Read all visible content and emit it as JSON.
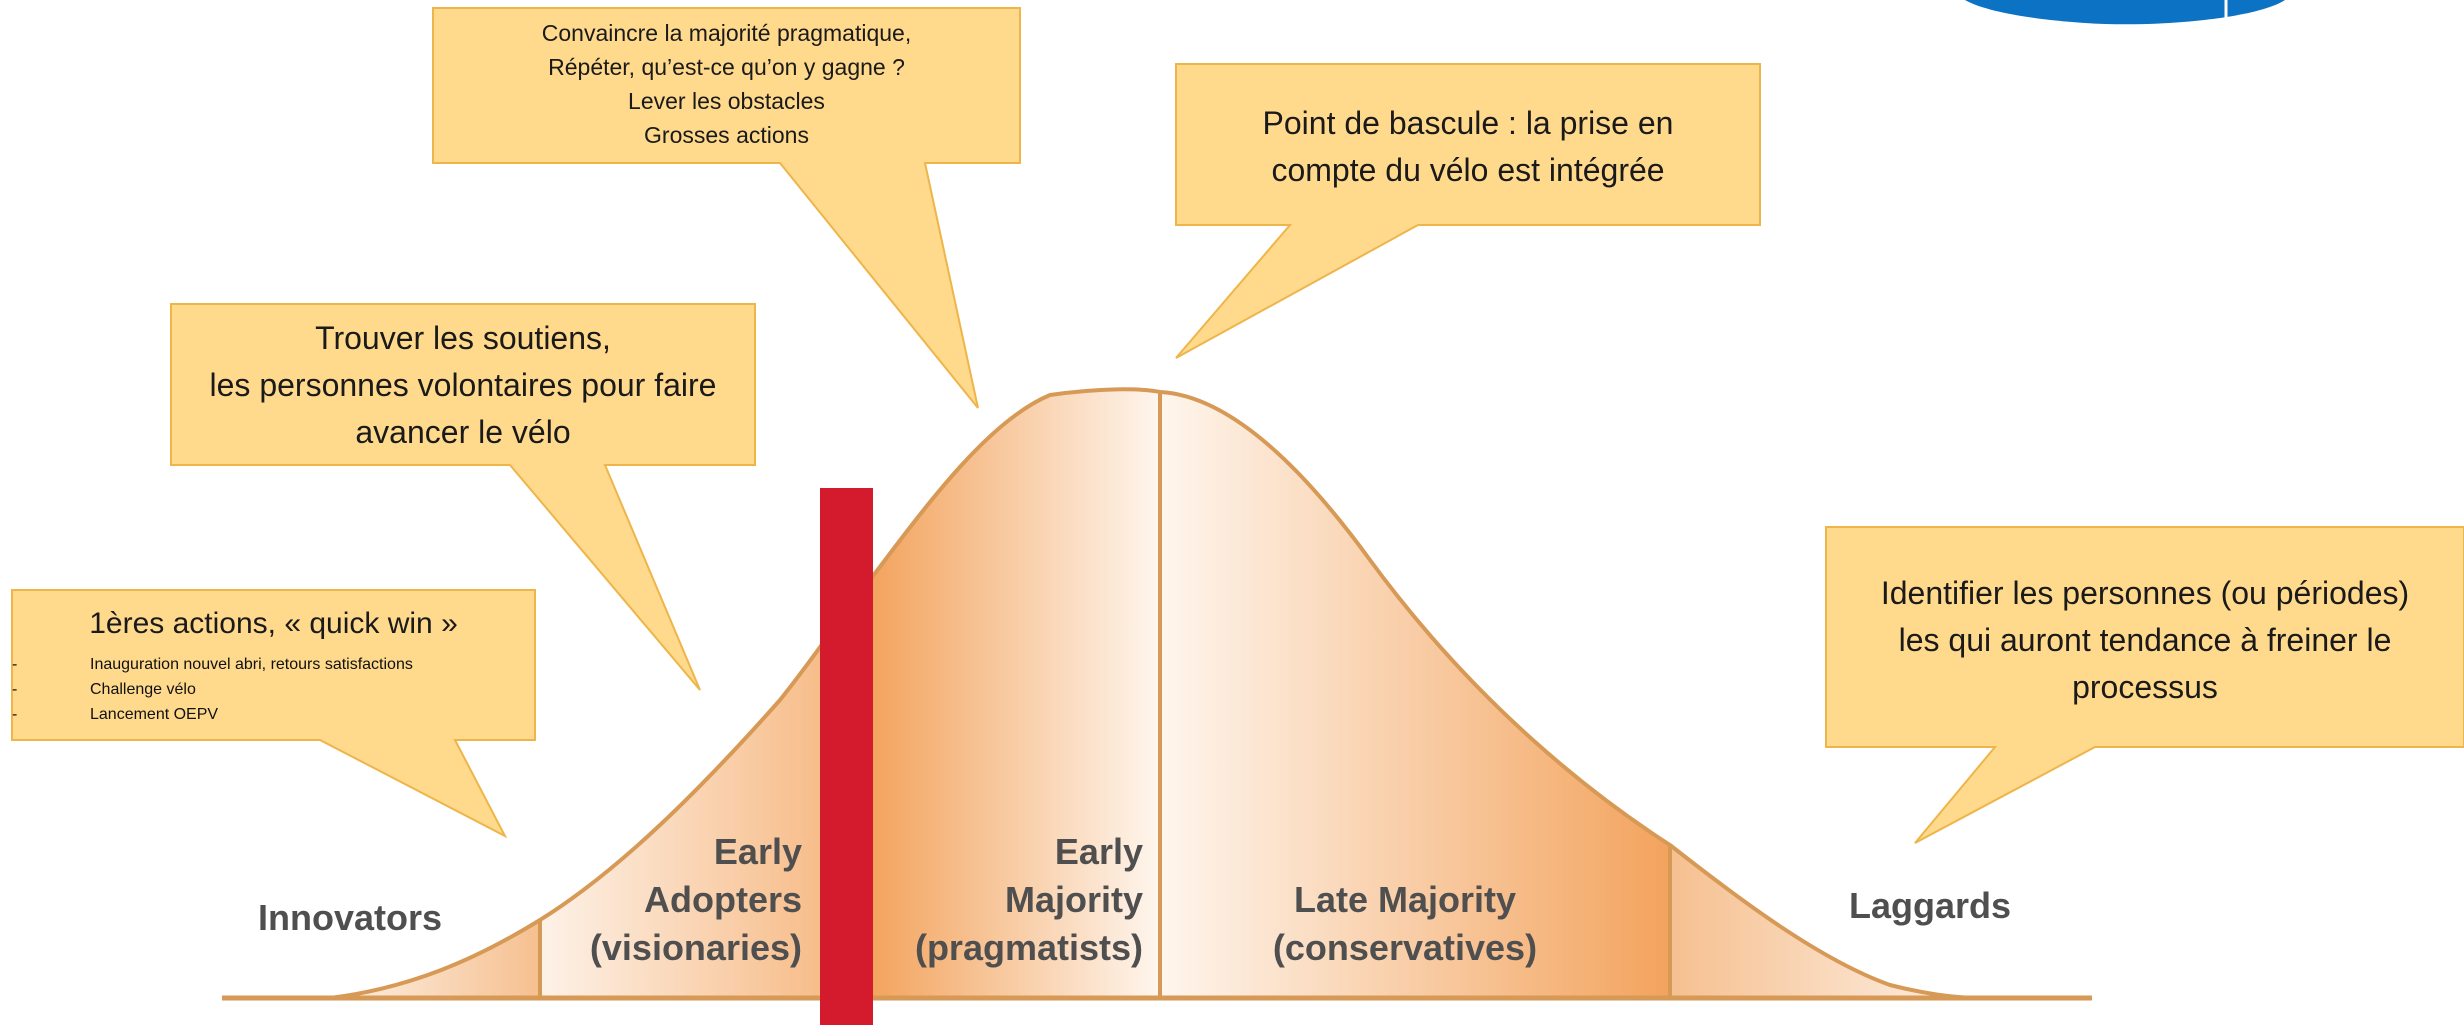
{
  "callouts": {
    "pragmatic": [
      "Convaincre la majorité pragmatique,",
      "Répéter, qu’est-ce qu’on y gagne ?",
      "Lever les obstacles",
      "Grosses actions"
    ],
    "tipping_point": [
      "Point de bascule : la prise en",
      "compte du vélo est intégrée"
    ],
    "supporters": [
      "Trouver les soutiens,",
      "les personnes volontaires pour faire",
      "avancer le vélo"
    ],
    "quick_win": {
      "title": "1ères actions, « quick win »",
      "items": [
        {
          "marker": "-",
          "text": "Inauguration nouvel abri, retours satisfactions"
        },
        {
          "marker": "-",
          "text": "Challenge vélo"
        },
        {
          "marker": "-",
          "text": "Lancement OEPV"
        }
      ]
    },
    "laggards_note": [
      "Identifier les personnes (ou périodes)",
      "les qui auront tendance à freiner le",
      "processus"
    ]
  },
  "segments": {
    "innovators": [
      "Innovators"
    ],
    "early_adopters": [
      "Early",
      "Adopters",
      "(visionaries)"
    ],
    "early_majority": [
      "Early",
      "Majority",
      "(pragmatists)"
    ],
    "late_majority": [
      "Late Majority",
      "(conservatives)"
    ],
    "laggards": [
      "Laggards"
    ]
  },
  "colors": {
    "callout_fill": "#ffd98c",
    "callout_stroke": "#eeb54a",
    "curve_stroke": "#d79a56",
    "segment_dark": "#f3a35d",
    "segment_light": "#fdf1e6",
    "threshold_bar": "#d41a2d",
    "logo_blue": "#0b72c4",
    "label_text": "#4f4f4f"
  }
}
